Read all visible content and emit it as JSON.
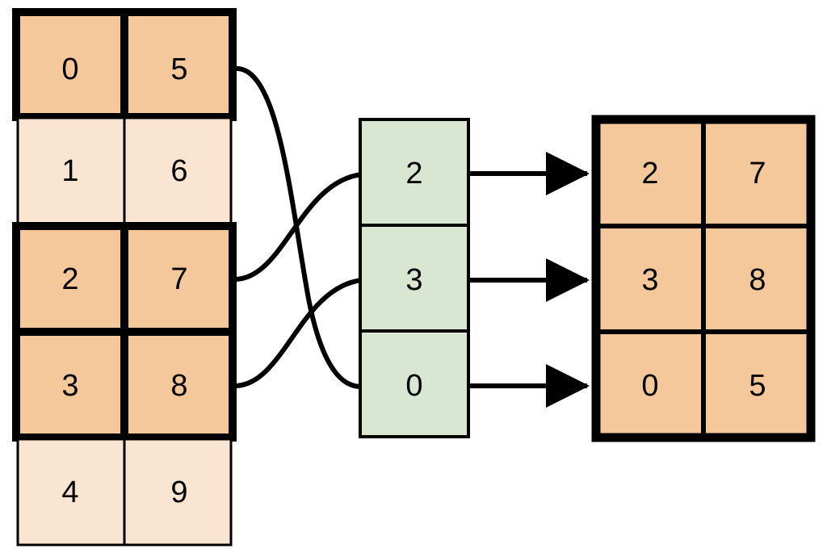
{
  "diagram": {
    "type": "array-fancy-indexing",
    "colors": {
      "highlight_fill": "#F5C89B",
      "dim_fill": "#FAE5D2",
      "index_fill": "#D9E7D2",
      "stroke": "#000000",
      "background": "#FFFFFF"
    },
    "source_table": {
      "name": "source-array",
      "columns": 2,
      "rows": [
        {
          "index": 0,
          "cells": [
            "0",
            "5"
          ],
          "selected": true
        },
        {
          "index": 1,
          "cells": [
            "1",
            "6"
          ],
          "selected": false
        },
        {
          "index": 2,
          "cells": [
            "2",
            "7"
          ],
          "selected": true
        },
        {
          "index": 3,
          "cells": [
            "3",
            "8"
          ],
          "selected": true
        },
        {
          "index": 4,
          "cells": [
            "4",
            "9"
          ],
          "selected": false
        }
      ]
    },
    "index_column": {
      "name": "index-array",
      "cells": [
        "2",
        "3",
        "0"
      ]
    },
    "result_table": {
      "name": "result-array",
      "columns": 2,
      "rows": [
        {
          "cells": [
            "2",
            "7"
          ]
        },
        {
          "cells": [
            "3",
            "8"
          ]
        },
        {
          "cells": [
            "0",
            "5"
          ]
        }
      ]
    },
    "connectors": [
      {
        "from_row": 0,
        "to_index_cell": 2,
        "label": "row-0-to-index-0"
      },
      {
        "from_row": 2,
        "to_index_cell": 0,
        "label": "row-2-to-index-2"
      },
      {
        "from_row": 3,
        "to_index_cell": 1,
        "label": "row-3-to-index-3"
      }
    ],
    "arrows": [
      {
        "from_index_cell": 0,
        "to_result_row": 0
      },
      {
        "from_index_cell": 1,
        "to_result_row": 1
      },
      {
        "from_index_cell": 2,
        "to_result_row": 2
      }
    ]
  }
}
